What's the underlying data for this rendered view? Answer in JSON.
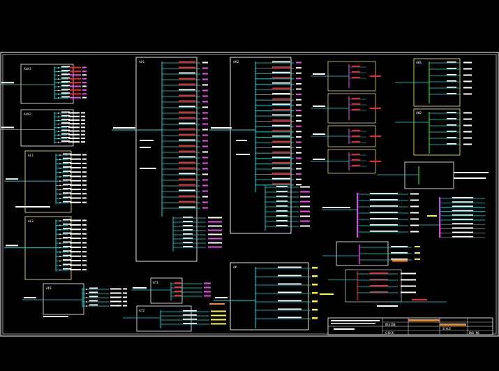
{
  "drawing": {
    "background": "#000000",
    "frame_color": "#ffffff",
    "colors": {
      "feeder": "#00e5e5",
      "label_red": "#ff2020",
      "label_magenta": "#ff40ff",
      "label_white": "#ffffff",
      "panel_yellow": "#ffff40",
      "panel_green": "#30ff30",
      "busbar_magenta": "#ff30ff",
      "text_yellow": "#ffff00",
      "note_orange": "#ff8800"
    }
  },
  "panels": {
    "left_top_1": {
      "title": "ALK1",
      "feeder_count": 9
    },
    "left_top_2": {
      "title": "ALK2",
      "feeder_count": 9
    },
    "left_yellow_1": {
      "title": "AL1",
      "feeder_count": 12
    },
    "left_yellow_2": {
      "title": "AL2",
      "feeder_count": 12
    },
    "left_bottom": {
      "title": "AP1",
      "feeder_count": 5
    },
    "center_left": {
      "title": "AA1",
      "feeder_count": 27
    },
    "center_right": {
      "title": "AA2",
      "feeder_count": 30
    },
    "bottom_center": {
      "title": "AP",
      "feeder_count": 7
    },
    "small_1": {
      "title": "AT1"
    },
    "small_2": {
      "title": "AT2"
    },
    "right_group_a": {
      "title": "AW1",
      "feeder_count": 6
    },
    "right_group_b": {
      "title": "AW2",
      "feeder_count": 6
    },
    "right_busbar": {
      "title": "ATS",
      "feeder_count": 10
    }
  },
  "title_block": {
    "label_a": "DESIGN",
    "label_b": "CHECK",
    "label_c": "SCALE",
    "label_d": "DWG NO."
  }
}
